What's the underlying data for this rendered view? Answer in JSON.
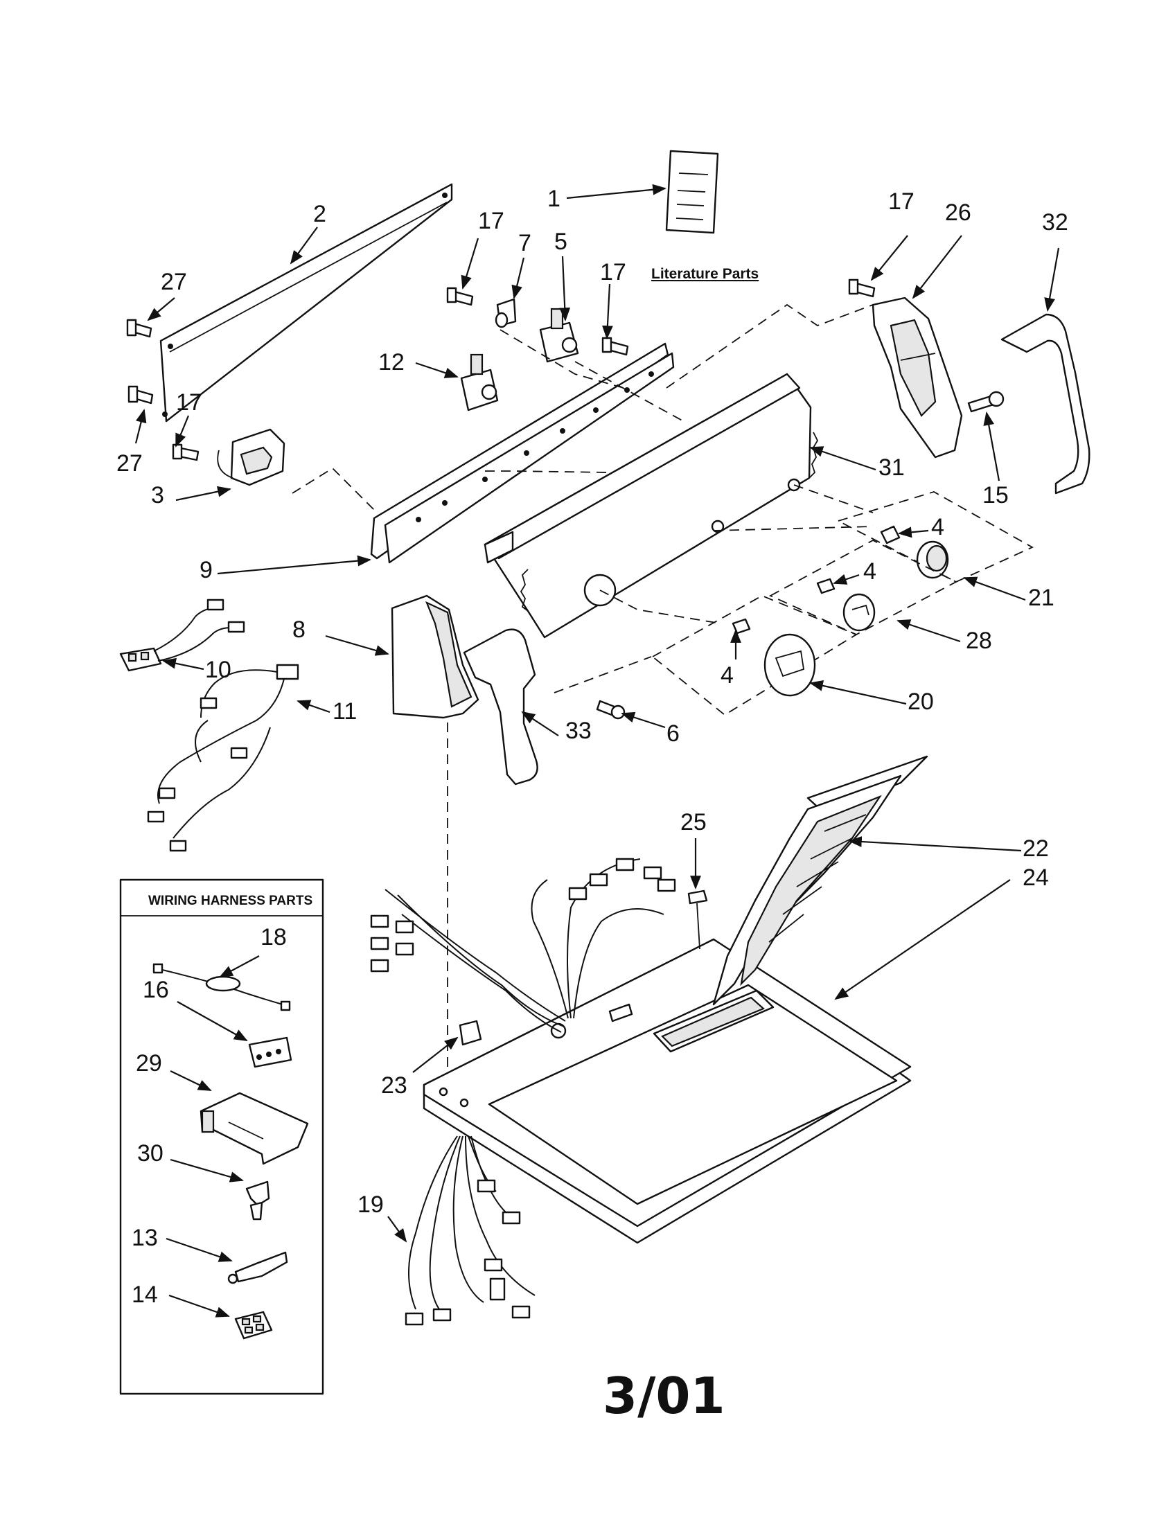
{
  "literature_label": "Literature Parts",
  "wiring_box_title": "WIRING HARNESS PARTS",
  "date_code": "3/01",
  "labels": {
    "l1": "1",
    "l2": "2",
    "l3": "3",
    "l4a": "4",
    "l4b": "4",
    "l4c": "4",
    "l5": "5",
    "l6": "6",
    "l7": "7",
    "l8": "8",
    "l9": "9",
    "l10": "10",
    "l11": "11",
    "l12": "12",
    "l13": "13",
    "l14": "14",
    "l15": "15",
    "l16": "16",
    "l17a": "17",
    "l17b": "17",
    "l17c": "17",
    "l17d": "17",
    "l18": "18",
    "l19": "19",
    "l20": "20",
    "l21": "21",
    "l22": "22",
    "l23": "23",
    "l24": "24",
    "l25": "25",
    "l26": "26",
    "l27a": "27",
    "l27b": "27",
    "l28": "28",
    "l29": "29",
    "l30": "30",
    "l31": "31",
    "l32": "32",
    "l33": "33"
  }
}
